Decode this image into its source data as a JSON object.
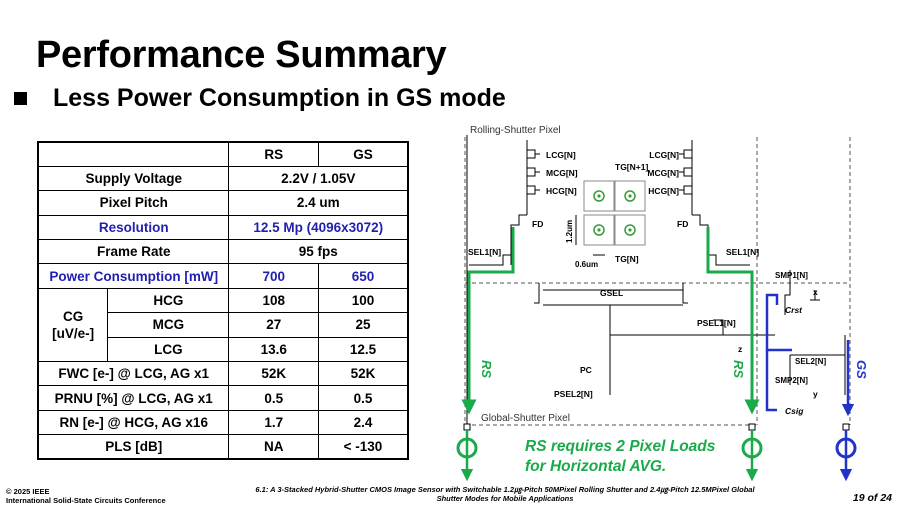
{
  "title": "Performance Summary",
  "bullet": "Less Power Consumption in GS mode",
  "colors": {
    "highlight_blue": "#1f1fb0",
    "rs_green": "#1aaa4a",
    "gs_blue": "#2233cc",
    "icon_green": "#3a9a3a"
  },
  "table": {
    "header": [
      "",
      "RS",
      "GS"
    ],
    "rows": [
      {
        "label": "Supply Voltage",
        "merged": "2.2V / 1.05V"
      },
      {
        "label": "Pixel Pitch",
        "merged": "2.4 um"
      },
      {
        "label": "Resolution",
        "merged": "12.5 Mp (4096x3072)",
        "highlight": true
      },
      {
        "label": "Frame Rate",
        "merged": "95 fps"
      },
      {
        "label": "Power Consumption [mW]",
        "rs": "700",
        "gs": "650",
        "highlight": true
      }
    ],
    "cg_group": {
      "label": "CG\n[uV/e-]",
      "rows": [
        {
          "label": "HCG",
          "rs": "108",
          "gs": "100"
        },
        {
          "label": "MCG",
          "rs": "27",
          "gs": "25"
        },
        {
          "label": "LCG",
          "rs": "13.6",
          "gs": "12.5"
        }
      ]
    },
    "rows_after": [
      {
        "label": "FWC [e-] @ LCG, AG x1",
        "rs": "52K",
        "gs": "52K"
      },
      {
        "label": "PRNU [%] @ LCG, AG x1",
        "rs": "0.5",
        "gs": "0.5"
      },
      {
        "label": "RN [e-] @ HCG, AG x16",
        "rs": "1.7",
        "gs": "2.4"
      },
      {
        "label": "PLS [dB]",
        "rs": "NA",
        "gs": "< -130"
      }
    ]
  },
  "circuit": {
    "rolling_label": "Rolling-Shutter Pixel",
    "global_label": "Global-Shutter Pixel",
    "lcg": "LCG[N]",
    "mcg": "MCG[N]",
    "hcg": "HCG[N]",
    "tg_n1": "TG[N+1]",
    "tg_n": "TG[N]",
    "fd": "FD",
    "sel1": "SEL1[N]",
    "dim_v": "1.2um",
    "dim_h": "0.6um",
    "gsel": "GSEL",
    "psel1": "PSEL1[N]",
    "psel2": "PSEL2[N]",
    "pc": "PC",
    "z": "z",
    "x": "x",
    "y": "y",
    "smp1": "SMP1[N]",
    "smp2": "SMP2[N]",
    "sel2": "SEL2[N]",
    "crst": "Crst",
    "csig": "Csig",
    "rs": "RS",
    "gs": "GS",
    "note_line1": "RS requires 2 Pixel Loads",
    "note_line2": "for Horizontal AVG."
  },
  "footer": {
    "copyright": "© 2025 IEEE",
    "conference": "International Solid-State Circuits Conference",
    "paper_line1": "6.1: A 3-Stacked Hybrid-Shutter CMOS Image Sensor with Switchable 1.2㎍-Pitch 50MPixel Rolling Shutter and 2.4㎍-Pitch 12.5MPixel Global",
    "paper_line2": "Shutter Modes for Mobile Applications",
    "page": "19 of 24"
  }
}
